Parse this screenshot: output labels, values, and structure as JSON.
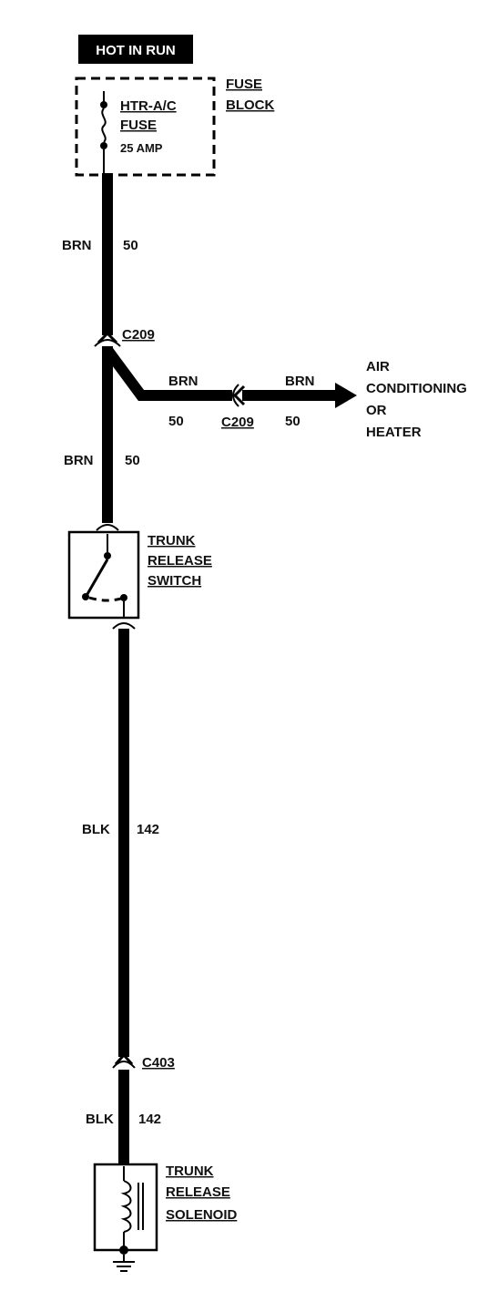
{
  "header": {
    "label": "HOT IN RUN"
  },
  "fuse_block": {
    "label_line1": "FUSE",
    "label_line2": "BLOCK",
    "fuse_name_line1": "HTR-A/C",
    "fuse_name_line2": "FUSE",
    "fuse_rating": "25 AMP"
  },
  "wires": {
    "main_top": {
      "color": "BRN",
      "circuit": "50"
    },
    "branch_left": {
      "color": "BRN",
      "circuit": "50"
    },
    "branch_right": {
      "color": "BRN",
      "circuit": "50"
    },
    "main_mid": {
      "color": "BRN",
      "circuit": "50"
    },
    "lower": {
      "color": "BLK",
      "circuit": "142"
    },
    "bottom": {
      "color": "BLK",
      "circuit": "142"
    }
  },
  "connectors": {
    "c209_main": "C209",
    "c209_branch": "C209",
    "c403": "C403"
  },
  "destination": {
    "line1": "AIR",
    "line2": "CONDITIONING",
    "line3": "OR",
    "line4": "HEATER"
  },
  "switch": {
    "line1": "TRUNK",
    "line2": "RELEASE",
    "line3": "SWITCH"
  },
  "solenoid": {
    "line1": "TRUNK",
    "line2": "RELEASE",
    "line3": "SOLENOID"
  }
}
